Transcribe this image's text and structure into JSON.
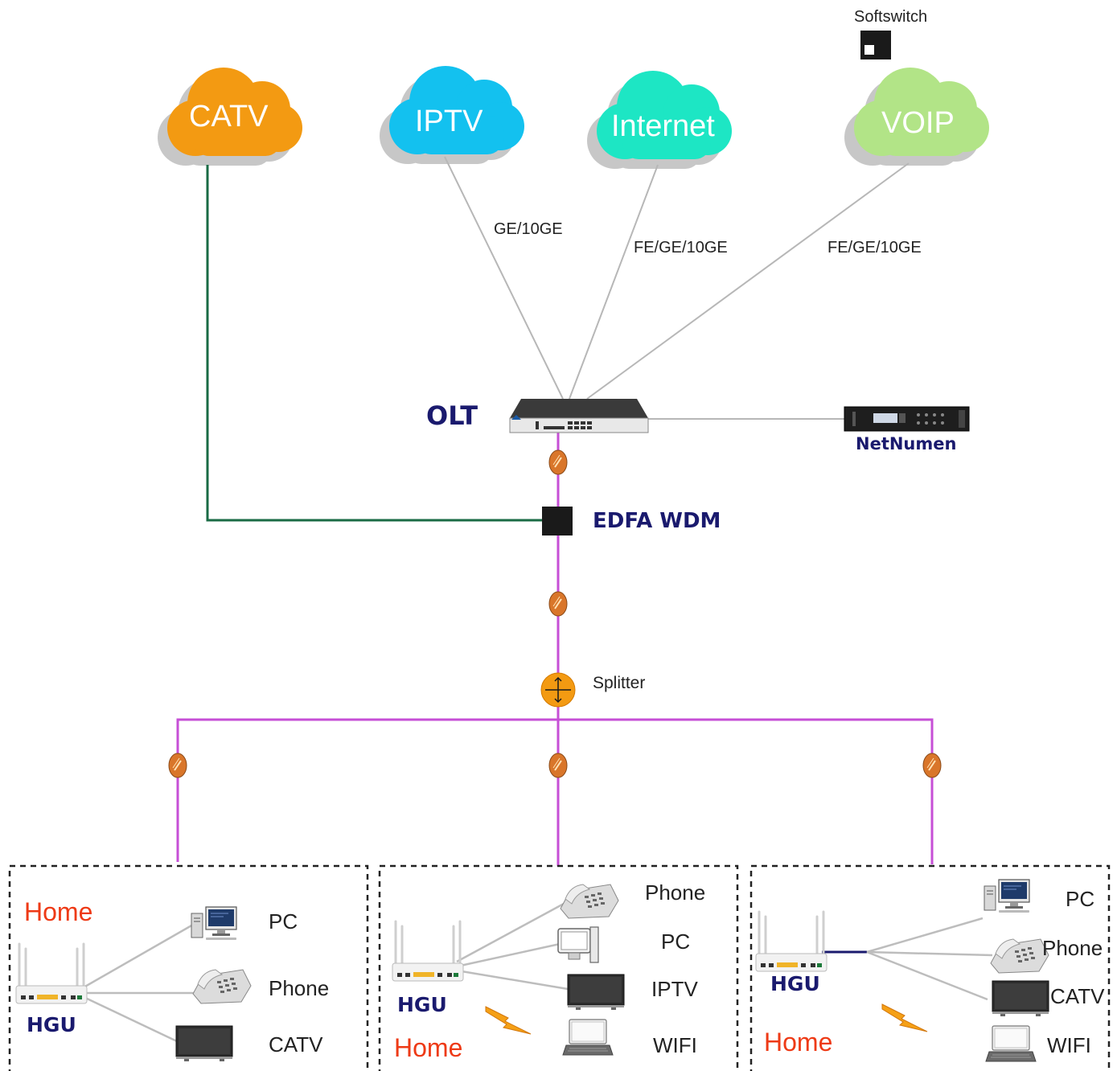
{
  "clouds": {
    "catv": {
      "label": "CATV",
      "color": "#f39a12"
    },
    "iptv": {
      "label": "IPTV",
      "color": "#13c1ef"
    },
    "internet": {
      "label": "Internet",
      "color": "#1de6c4"
    },
    "voip": {
      "label": "VOIP",
      "color": "#b2e487"
    }
  },
  "softswitch": {
    "label": "Softswitch"
  },
  "links": {
    "iptv": "GE/10GE",
    "internet": "FE/GE/10GE",
    "voip": "FE/GE/10GE"
  },
  "olt": {
    "label": "OLT"
  },
  "netnumen": {
    "label": "NetNumen"
  },
  "edfa": {
    "label": "EDFA WDM"
  },
  "splitter": {
    "label": "Splitter"
  },
  "colors": {
    "fiber": "#c64fd6",
    "catv_line": "#1a6b45",
    "ethernet": "#b7b7b7",
    "connector": "#d9762a",
    "label_dark": "#1a1a6e",
    "home_label": "#ee3a16"
  },
  "homes": [
    {
      "home": "Home",
      "hgu": "HGU",
      "devices": [
        {
          "label": "PC",
          "icon": "desktop-pc-icon"
        },
        {
          "label": "Phone",
          "icon": "desk-phone-icon"
        },
        {
          "label": "CATV",
          "icon": "tv-icon"
        }
      ]
    },
    {
      "home": "Home",
      "hgu": "HGU",
      "devices": [
        {
          "label": "Phone",
          "icon": "desk-phone-icon"
        },
        {
          "label": "PC",
          "icon": "desktop-pc-icon"
        },
        {
          "label": "IPTV",
          "icon": "tv-icon"
        },
        {
          "label": "WIFI",
          "icon": "laptop-icon"
        }
      ]
    },
    {
      "home": "Home",
      "hgu": "HGU",
      "devices": [
        {
          "label": "PC",
          "icon": "desktop-pc-icon"
        },
        {
          "label": "Phone",
          "icon": "desk-phone-icon"
        },
        {
          "label": "CATV",
          "icon": "tv-icon"
        },
        {
          "label": "WIFI",
          "icon": "laptop-icon"
        }
      ]
    }
  ]
}
